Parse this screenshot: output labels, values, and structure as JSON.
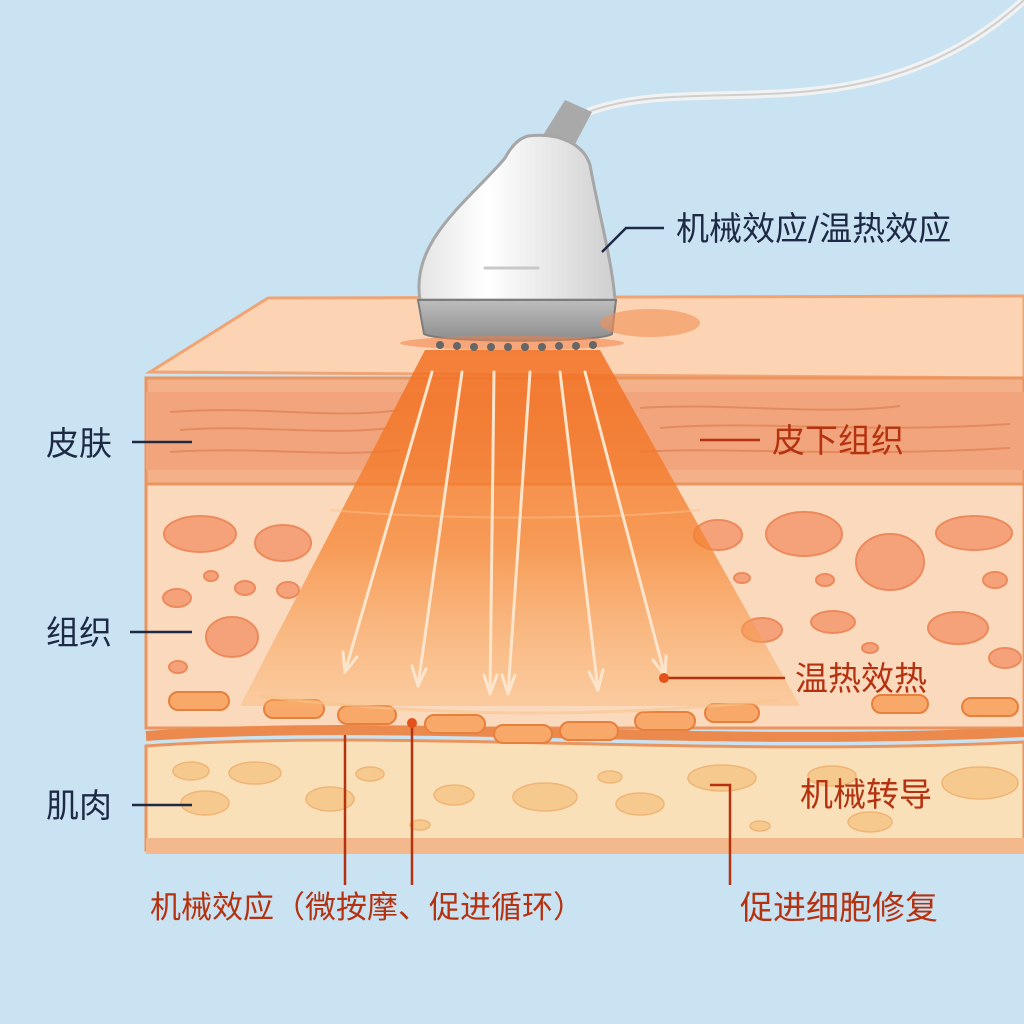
{
  "labels": {
    "device_effect": "机械效应/温热效应",
    "skin": "皮肤",
    "subcutaneous": "皮下组织",
    "tissue": "组织",
    "thermal": "温热效热",
    "muscle": "肌肉",
    "mechanical_conduction": "机械转导",
    "mechanical_effect": "机械效应（微按摩、促进循环）",
    "cell_repair": "促进细胞修复"
  },
  "colors": {
    "background": "#c9e3f3",
    "skin_layer": "#f4b089",
    "tissue_layer": "#fbd9bd",
    "muscle_layer": "#fae0b8",
    "beam": "#f26a1b",
    "label_dark": "#1e2a44",
    "label_red": "#b4320f"
  },
  "icons": {
    "device": "ultrasound-probe-icon",
    "arrows": "energy-arrow-icon"
  }
}
